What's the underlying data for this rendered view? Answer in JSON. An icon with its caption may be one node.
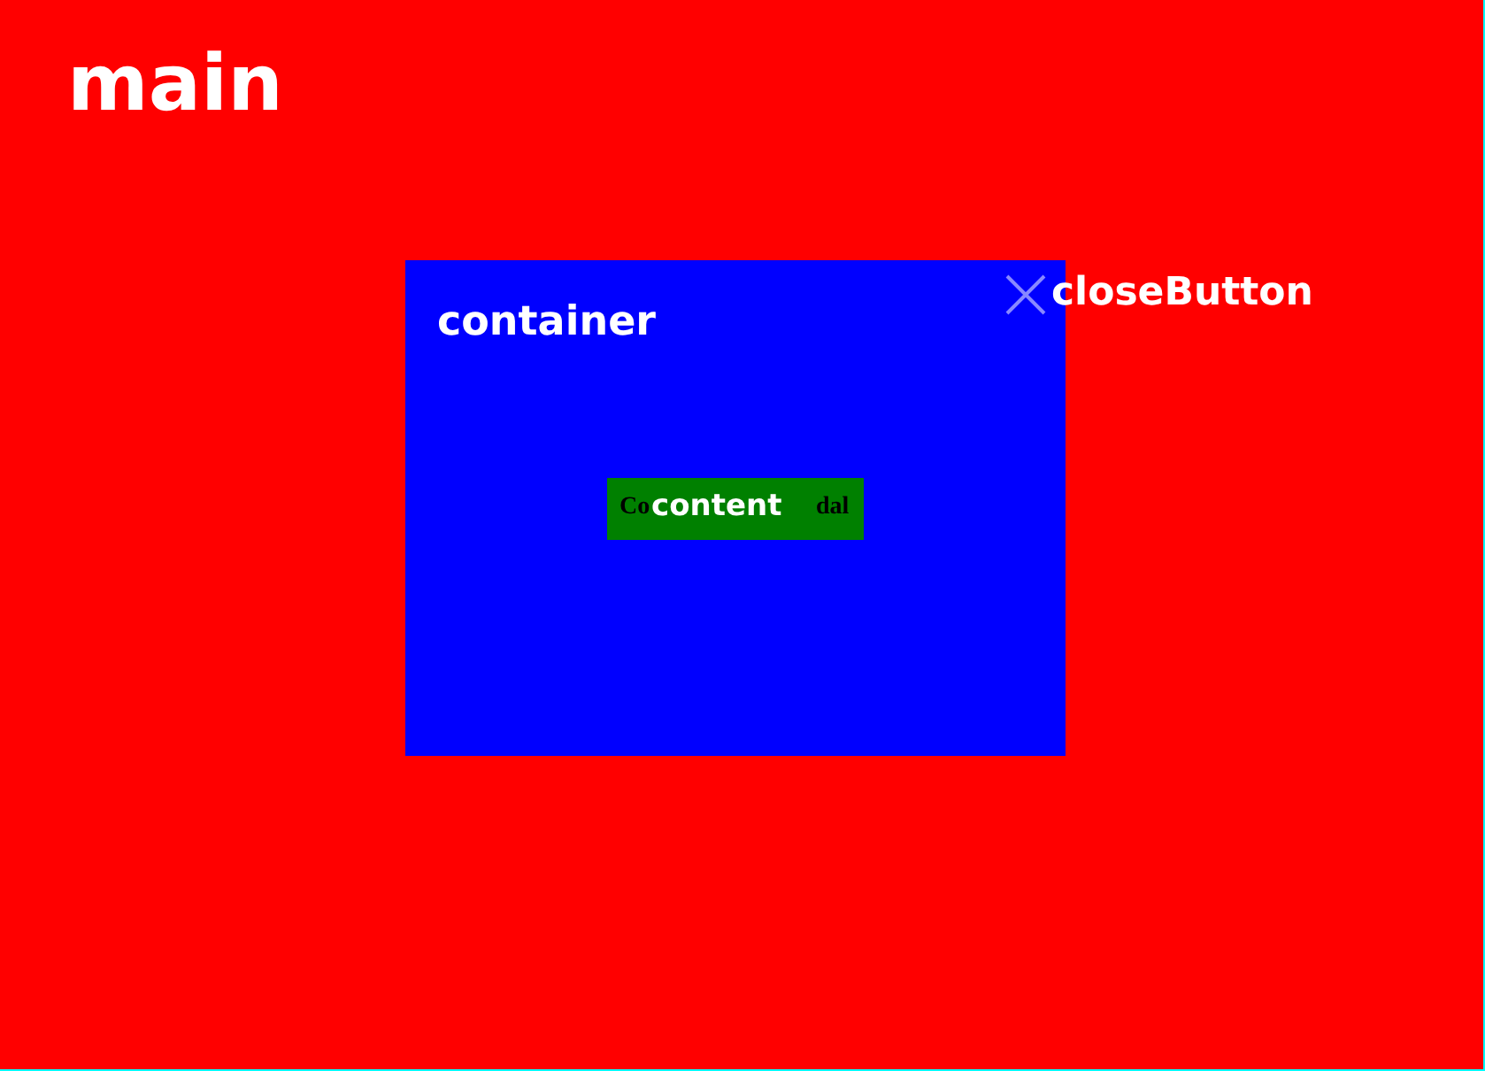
{
  "diagram": {
    "nodes": [
      {
        "text": [
          "main"
        ]
      },
      {
        "text": [
          "container"
        ],
        "in": 0
      },
      {
        "text": [
          "content"
        ],
        "in": 1
      },
      {
        "text": [
          "closeButton"
        ],
        "in": 0
      }
    ],
    "labels": [
      "Co",
      "dal"
    ]
  }
}
